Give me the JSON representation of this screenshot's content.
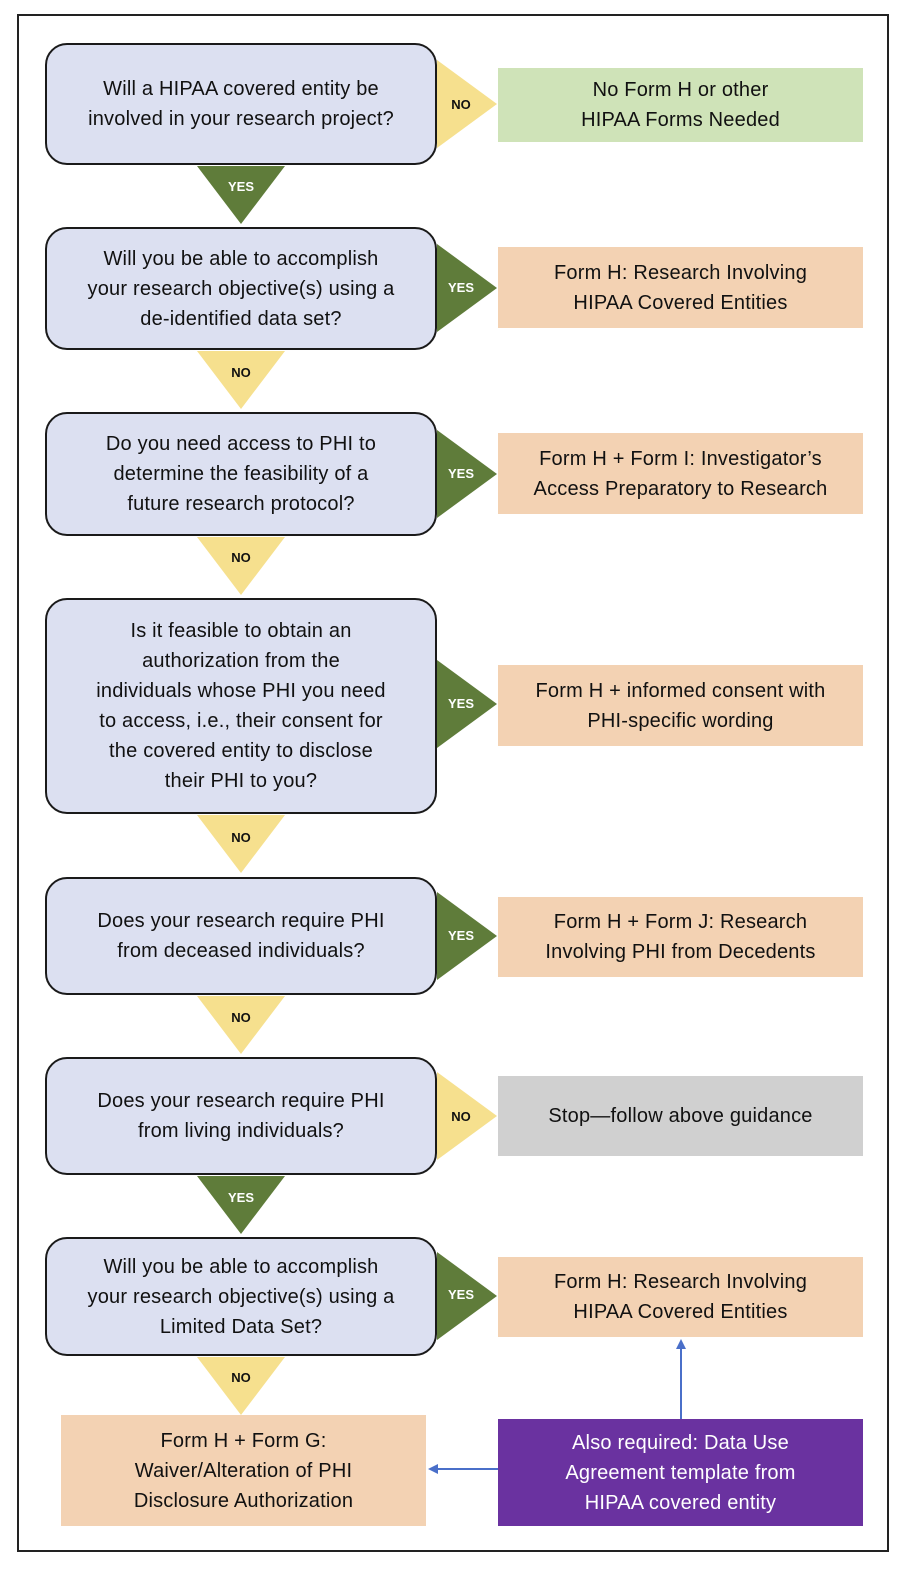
{
  "colors": {
    "question_fill": "#dce0f1",
    "yes_arrow": "#5f7c3a",
    "no_arrow": "#f6e08e",
    "result_green": "#cfe3b8",
    "result_peach": "#f3d2b3",
    "result_gray": "#d0d0d0",
    "result_purple": "#6a32a0",
    "connector_arrow": "#4a6fc9"
  },
  "questions": [
    {
      "text": "Will a HIPAA covered entity be\ninvolved in your research project?"
    },
    {
      "text": "Will you be able to accomplish\nyour research objective(s) using a\nde-identified data set?"
    },
    {
      "text": "Do you need access to PHI to\ndetermine the feasibility of a\nfuture research protocol?"
    },
    {
      "text": "Is it feasible to obtain an\nauthorization from the\nindividuals whose PHI you need\nto access, i.e., their consent for\nthe covered entity to disclose\ntheir PHI to you?"
    },
    {
      "text": "Does your research require PHI\nfrom deceased individuals?"
    },
    {
      "text": "Does your research require PHI\nfrom living individuals?"
    },
    {
      "text": "Will you be able to accomplish\nyour research objective(s) using a\nLimited Data Set?"
    }
  ],
  "side_labels": [
    "NO",
    "YES",
    "YES",
    "YES",
    "YES",
    "NO",
    "YES"
  ],
  "down_labels": [
    "YES",
    "NO",
    "NO",
    "NO",
    "NO",
    "YES",
    "NO"
  ],
  "results": [
    {
      "text": "No Form H or other\nHIPAA Forms Needed"
    },
    {
      "text": "Form H: Research Involving\nHIPAA Covered Entities"
    },
    {
      "text": "Form H + Form I: Investigator’s\nAccess Preparatory to Research"
    },
    {
      "text": "Form H + informed consent with\nPHI-specific wording"
    },
    {
      "text": "Form H + Form J: Research\nInvolving PHI from Decedents"
    },
    {
      "text": "Stop—follow above guidance"
    },
    {
      "text": "Form H: Research Involving\nHIPAA Covered Entities"
    }
  ],
  "final_result": {
    "text": "Form H + Form G:\nWaiver/Alteration of PHI\nDisclosure Authorization"
  },
  "data_use_note": {
    "text": "Also required: Data Use\nAgreement template from\nHIPAA covered entity"
  }
}
